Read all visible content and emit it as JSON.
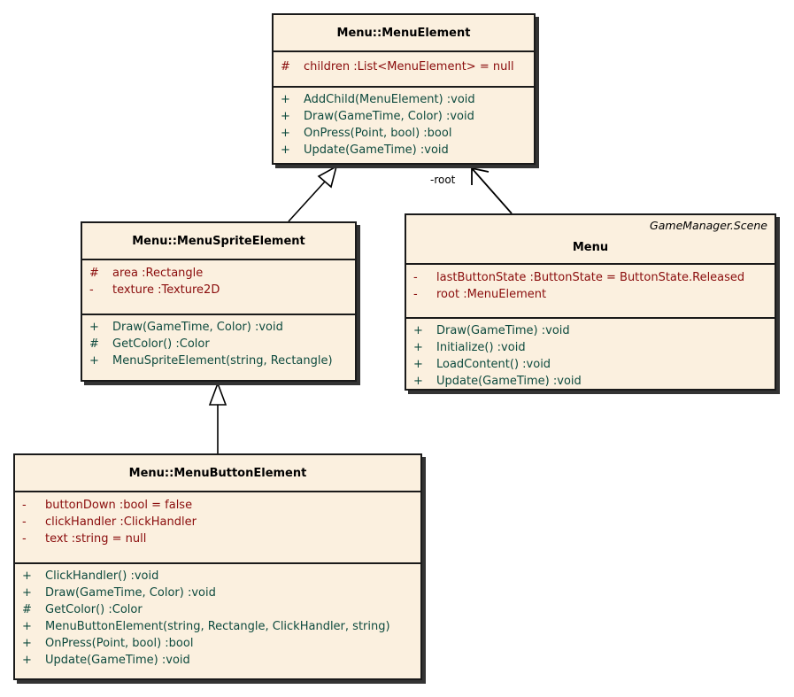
{
  "colors": {
    "fill": "#fbf0df",
    "border": "#1a1a1a",
    "attribute": "#8a0c0c",
    "operation": "#0d4a3e"
  },
  "classes": {
    "menu_element": {
      "title": "Menu::MenuElement",
      "attributes": [
        {
          "vis": "#",
          "text": "children  :List<MenuElement> = null"
        }
      ],
      "operations": [
        {
          "vis": "+",
          "text": "AddChild(MenuElement)  :void"
        },
        {
          "vis": "+",
          "text": "Draw(GameTime, Color)  :void"
        },
        {
          "vis": "+",
          "text": "OnPress(Point, bool)  :bool"
        },
        {
          "vis": "+",
          "text": "Update(GameTime)  :void"
        }
      ]
    },
    "menu_sprite_element": {
      "title": "Menu::MenuSpriteElement",
      "attributes": [
        {
          "vis": "#",
          "text": "area  :Rectangle"
        },
        {
          "vis": "-",
          "text": "texture  :Texture2D"
        }
      ],
      "operations": [
        {
          "vis": "+",
          "text": "Draw(GameTime, Color)  :void"
        },
        {
          "vis": "#",
          "text": "GetColor()  :Color"
        },
        {
          "vis": "+",
          "text": "MenuSpriteElement(string, Rectangle)"
        }
      ]
    },
    "menu": {
      "stereotype": "GameManager.Scene",
      "title": "Menu",
      "attributes": [
        {
          "vis": "-",
          "text": "lastButtonState  :ButtonState = ButtonState.Released"
        },
        {
          "vis": "-",
          "text": "root  :MenuElement"
        }
      ],
      "operations": [
        {
          "vis": "+",
          "text": "Draw(GameTime)  :void"
        },
        {
          "vis": "+",
          "text": "Initialize()  :void"
        },
        {
          "vis": "+",
          "text": "LoadContent()  :void"
        },
        {
          "vis": "+",
          "text": "Update(GameTime)  :void"
        }
      ]
    },
    "menu_button_element": {
      "title": "Menu::MenuButtonElement",
      "attributes": [
        {
          "vis": "-",
          "text": "buttonDown  :bool = false"
        },
        {
          "vis": "-",
          "text": "clickHandler  :ClickHandler"
        },
        {
          "vis": "-",
          "text": "text  :string = null"
        }
      ],
      "operations": [
        {
          "vis": "+",
          "text": "ClickHandler()  :void"
        },
        {
          "vis": "+",
          "text": "Draw(GameTime, Color)  :void"
        },
        {
          "vis": "#",
          "text": "GetColor()  :Color"
        },
        {
          "vis": "+",
          "text": "MenuButtonElement(string, Rectangle, ClickHandler, string)"
        },
        {
          "vis": "+",
          "text": "OnPress(Point, bool)  :bool"
        },
        {
          "vis": "+",
          "text": "Update(GameTime)  :void"
        }
      ]
    }
  },
  "associations": {
    "root_role": "-root"
  }
}
